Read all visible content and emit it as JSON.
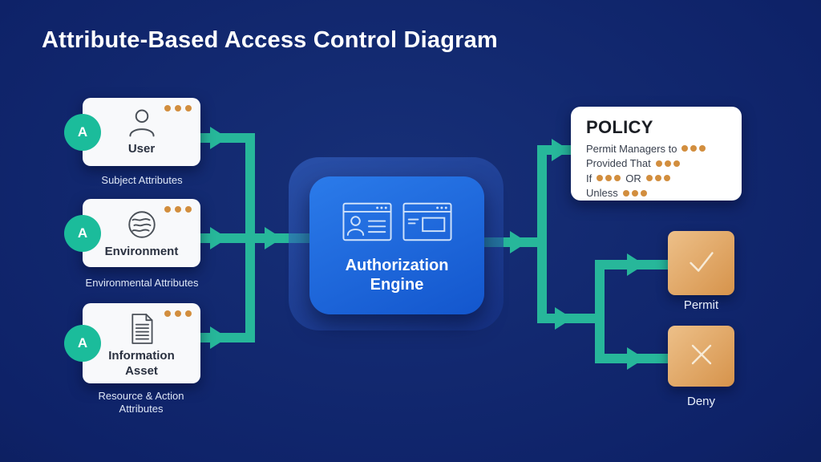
{
  "title": "Attribute-Based Access Control Diagram",
  "cards": [
    {
      "id": "user",
      "label": "User",
      "caption": "Subject Attributes",
      "badge": "A"
    },
    {
      "id": "environment",
      "label": "Environment",
      "caption": "Environmental Attributes",
      "badge": "A"
    },
    {
      "id": "information-asset",
      "label": "Information Asset",
      "caption": "Resource & Action Attributes",
      "badge": "A"
    }
  ],
  "engine": {
    "label": "Authorization Engine"
  },
  "policy": {
    "title": "POLICY",
    "lines": [
      [
        {
          "text": "Permit Managers to"
        },
        {
          "dots": 3
        }
      ],
      [
        {
          "text": "Provided That"
        },
        {
          "dots": 3
        }
      ],
      [
        {
          "text": "If"
        },
        {
          "dots": 3
        },
        {
          "text": "OR"
        },
        {
          "dots": 3
        }
      ],
      [
        {
          "text": "Unless"
        },
        {
          "dots": 3
        }
      ]
    ]
  },
  "outcomes": [
    {
      "id": "permit",
      "label": "Permit"
    },
    {
      "id": "deny",
      "label": "Deny"
    }
  ],
  "colors": {
    "connector": "#27B79A",
    "badge": "#1BBC9B",
    "dot": "#D28E3E",
    "engine_from": "#2B7BEA",
    "engine_to": "#1356CD",
    "outcome_from": "#EDC089",
    "outcome_to": "#D6934B"
  }
}
